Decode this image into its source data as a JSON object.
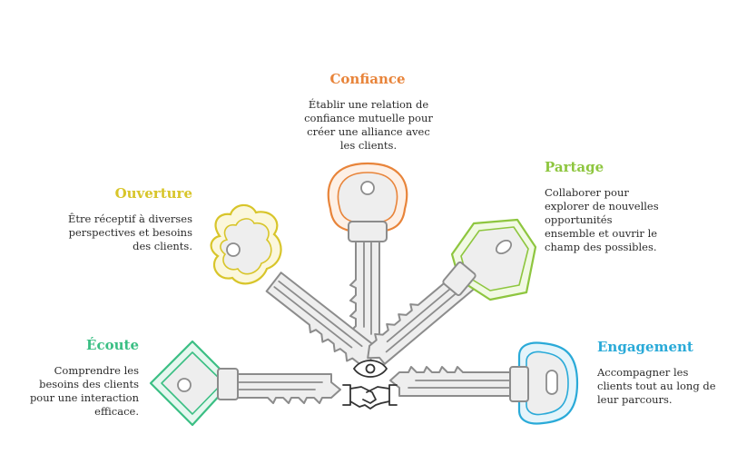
{
  "colors": {
    "confiance": "#e8843a",
    "ouverture": "#d8c52a",
    "partage": "#8ec63f",
    "ecoute": "#3bbf84",
    "engagement": "#2aaad8",
    "key_body_fill": "#eeeeee",
    "key_outline": "#8c8c8c"
  },
  "sections": {
    "confiance": {
      "title": "Confiance",
      "description": "Établir une relation de confiance mutuelle pour créer une alliance avec les clients."
    },
    "ouverture": {
      "title": "Ouverture",
      "description": "Être réceptif à diverses perspectives et besoins des clients."
    },
    "partage": {
      "title": "Partage",
      "description": "Collaborer pour explorer de nouvelles opportunités ensemble et ouvrir le champ des possibles."
    },
    "ecoute": {
      "title": "Écoute",
      "description": "Comprendre les besoins des clients pour une interaction efficace."
    },
    "engagement": {
      "title": "Engagement",
      "description": "Accompagner les clients tout au long de leur parcours."
    }
  },
  "center_icons": [
    "eye-icon",
    "handshake-icon"
  ]
}
